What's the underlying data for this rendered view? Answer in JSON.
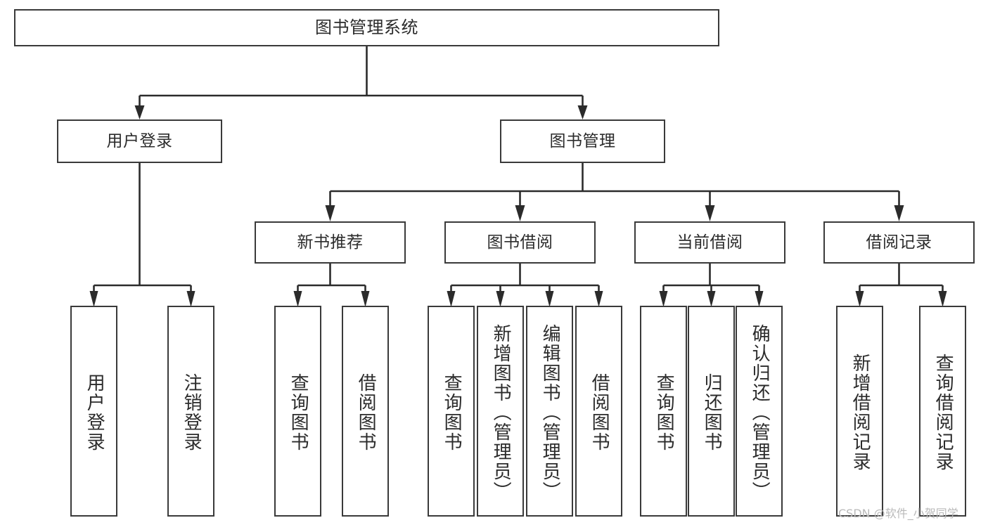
{
  "diagram": {
    "type": "tree",
    "title": "图书管理系统",
    "watermark": "CSDN @软件_小贺同学",
    "colors": {
      "box_border": "#3a3a3a",
      "box_fill": "#ffffff",
      "connector": "#2b2b2b",
      "text": "#2b2b2b",
      "watermark": "#b9b9b9"
    },
    "root": {
      "label": "图书管理系统"
    },
    "level2": [
      {
        "label": "用户登录"
      },
      {
        "label": "图书管理"
      }
    ],
    "level3": [
      {
        "label": "新书推荐"
      },
      {
        "label": "图书借阅"
      },
      {
        "label": "当前借阅"
      },
      {
        "label": "借阅记录"
      }
    ],
    "leaves": {
      "user_login": [
        {
          "label": "用户登录"
        },
        {
          "label": "注销登录"
        }
      ],
      "new_book_recommend": [
        {
          "label": "查询图书"
        },
        {
          "label": "借阅图书"
        }
      ],
      "book_borrow": [
        {
          "label": "查询图书"
        },
        {
          "label": "新增图书（管理员）"
        },
        {
          "label": "编辑图书（管理员）"
        },
        {
          "label": "借阅图书"
        }
      ],
      "current_borrow": [
        {
          "label": "查询图书"
        },
        {
          "label": "归还图书"
        },
        {
          "label": "确认归还（管理员）"
        }
      ],
      "borrow_records": [
        {
          "label": "新增借阅记录"
        },
        {
          "label": "查询借阅记录"
        }
      ]
    }
  }
}
